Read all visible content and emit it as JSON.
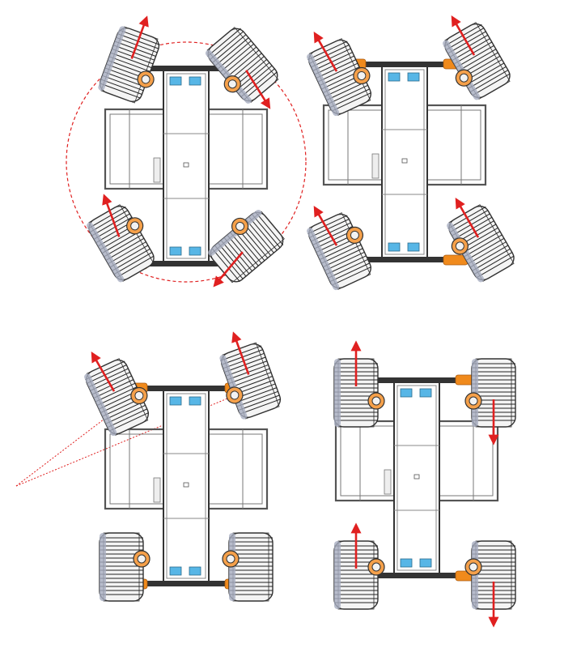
{
  "figure": {
    "panels": [
      {
        "id": "panel-1",
        "maneuver": "point-turn",
        "wheels": [
          {
            "id": "front-left",
            "steer_deg": 20,
            "arrow_deg": -70
          },
          {
            "id": "front-right",
            "steer_deg": -40,
            "arrow_deg": 58
          },
          {
            "id": "rear-left",
            "steer_deg": -30,
            "arrow_deg": -110
          },
          {
            "id": "rear-right",
            "steer_deg": 50,
            "arrow_deg": 130
          }
        ],
        "turn_circle": true
      },
      {
        "id": "panel-2",
        "maneuver": "crab-diagonal",
        "wheels": [
          {
            "id": "front-left",
            "steer_deg": -25,
            "arrow_deg": -120
          },
          {
            "id": "front-right",
            "steer_deg": -30,
            "arrow_deg": -120
          },
          {
            "id": "rear-left",
            "steer_deg": -25,
            "arrow_deg": -120
          },
          {
            "id": "rear-right",
            "steer_deg": -30,
            "arrow_deg": -120
          }
        ],
        "turn_circle": false
      },
      {
        "id": "panel-3",
        "maneuver": "ackermann-turn",
        "wheels": [
          {
            "id": "front-left",
            "steer_deg": -25,
            "arrow_deg": -120
          },
          {
            "id": "front-right",
            "steer_deg": -20,
            "arrow_deg": -110
          },
          {
            "id": "rear-left",
            "steer_deg": 0,
            "arrow_deg": null
          },
          {
            "id": "rear-right",
            "steer_deg": 0,
            "arrow_deg": null
          }
        ],
        "turn_center_lines": true
      },
      {
        "id": "panel-4",
        "maneuver": "skid-steer",
        "wheels": [
          {
            "id": "front-left",
            "steer_deg": 0,
            "arrow_deg": -90
          },
          {
            "id": "front-right",
            "steer_deg": 0,
            "arrow_deg": 90
          },
          {
            "id": "rear-left",
            "steer_deg": 0,
            "arrow_deg": -90
          },
          {
            "id": "rear-right",
            "steer_deg": 0,
            "arrow_deg": 90
          }
        ],
        "turn_circle": false
      }
    ]
  },
  "colors": {
    "arrow": "#e02020",
    "guide_line": "#e02020",
    "steering_arm": "#f08a1c",
    "frame": "#555555",
    "tire": "#333333",
    "sensor": "#57b6e6"
  },
  "icons": [
    "rover-chassis",
    "wheel",
    "motion-arrow",
    "turn-circle"
  ]
}
